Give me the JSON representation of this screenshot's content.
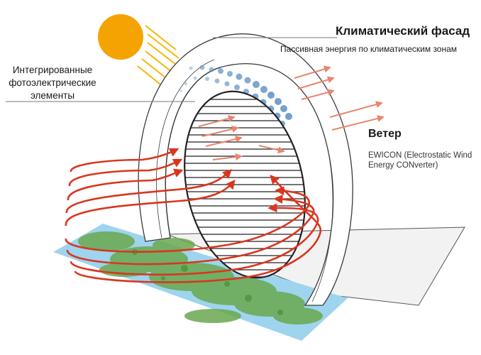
{
  "labels": {
    "title": "Климатический фасад",
    "subtitle": "Пассивная энергия по климатическим зонам",
    "pv_line1": "Интегрированные",
    "pv_line2": "фотоэлектрические",
    "pv_line3": "элементы",
    "wind": "Ветер",
    "ewicon_line1": "EWICON (Electrostatic Wind",
    "ewicon_line2": "Energy CONverter)"
  },
  "colors": {
    "sun": "#f5a300",
    "sun_rays": "#f5b700",
    "wind_arrows": "#d9361e",
    "energy_arrows": "#e8866e",
    "pv_dots": "#5b8fc4",
    "water": "#9ed4ee",
    "grass": "#6aa84f",
    "structure_stroke": "#3a3a3a"
  },
  "icons": [
    "sun-icon",
    "wind-arrow-icon",
    "energy-arrow-icon"
  ]
}
